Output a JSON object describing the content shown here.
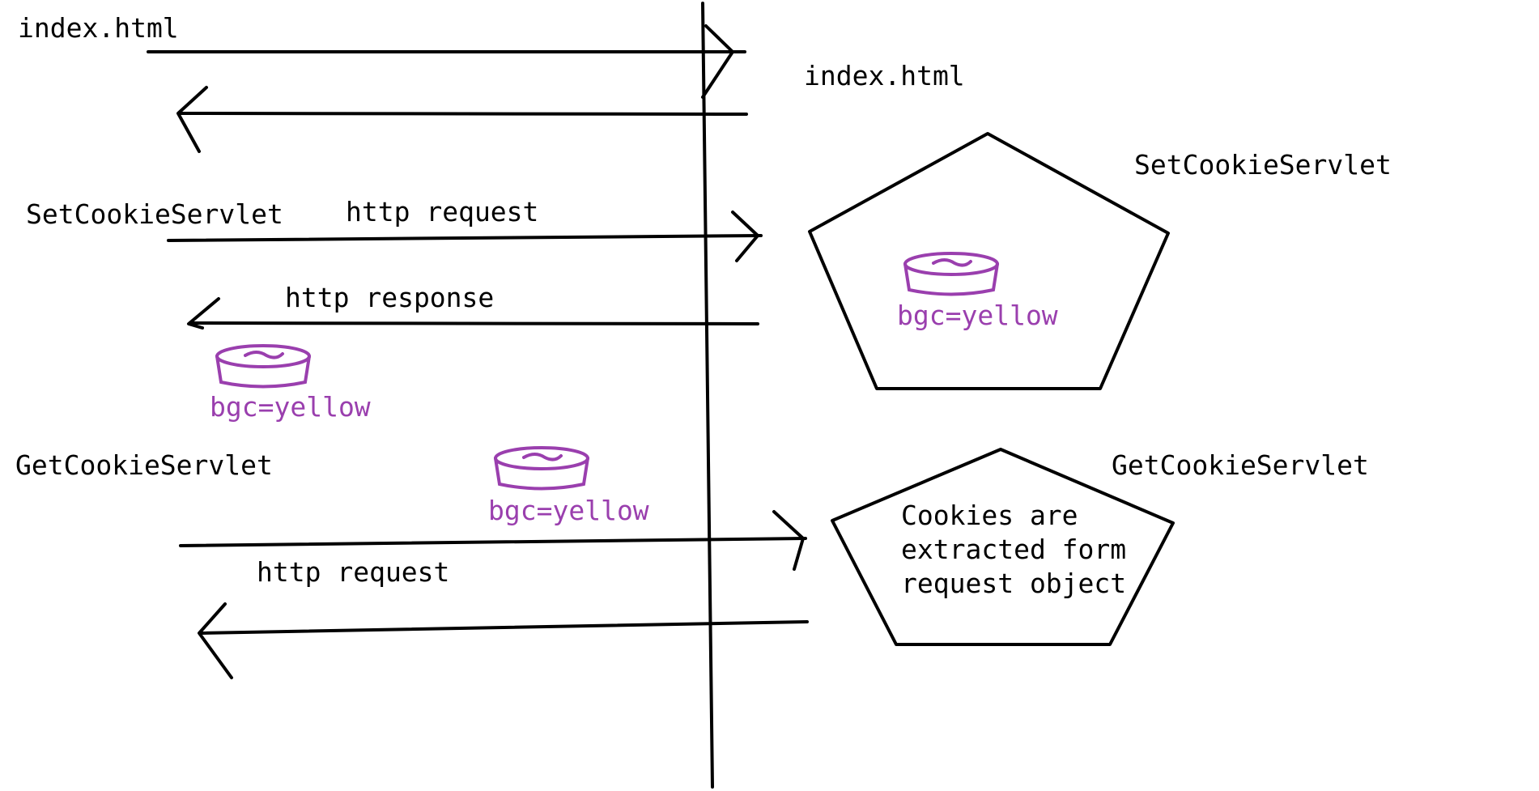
{
  "colors": {
    "ink": "#000000",
    "cookie": "#9a3fae",
    "background": "#ffffff"
  },
  "client": {
    "index_label": "index.html",
    "set_label": "SetCookieServlet",
    "get_label": "GetCookieServlet",
    "request_label": "http request",
    "response_label": "http response",
    "cookie_label": "bgc=yellow",
    "sent_cookie_label": "bgc=yellow",
    "get_request_label": "http request"
  },
  "server": {
    "index_label": "index.html",
    "set_label": "SetCookieServlet",
    "set_cookie_label": "bgc=yellow",
    "get_label": "GetCookieServlet",
    "get_note": [
      "Cookies are",
      "extracted form",
      "request object"
    ]
  },
  "icons": [
    "cookie-jar-icon"
  ]
}
